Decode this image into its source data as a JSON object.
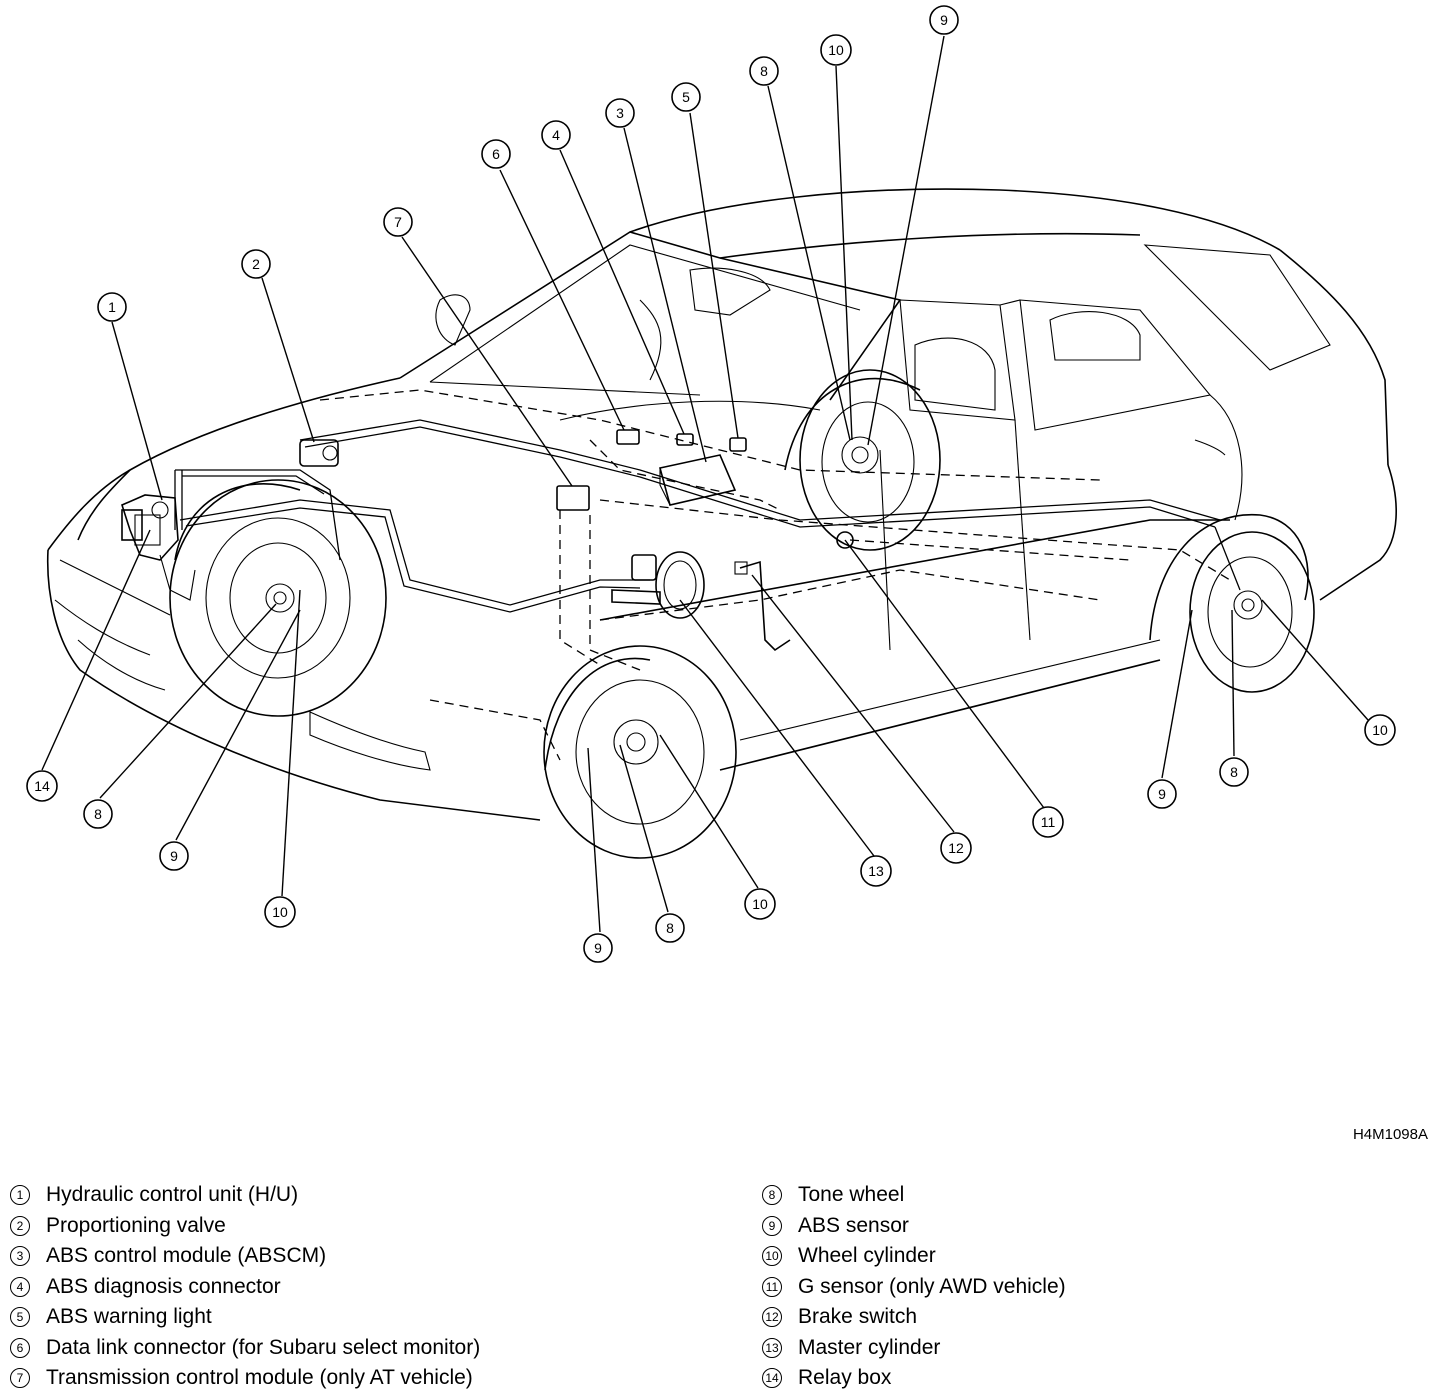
{
  "figure_code": "H4M1098A",
  "callouts": [
    {
      "n": "1",
      "part": "Hydraulic control unit (H/U)"
    },
    {
      "n": "2",
      "part": "Proportioning valve"
    },
    {
      "n": "3",
      "part": "ABS control module (ABSCM)"
    },
    {
      "n": "4",
      "part": "ABS diagnosis connector"
    },
    {
      "n": "5",
      "part": "ABS warning light"
    },
    {
      "n": "6",
      "part": "Data link connector (for Subaru select monitor)"
    },
    {
      "n": "7",
      "part": "Transmission control module (only AT vehicle)"
    },
    {
      "n": "8",
      "part": "Tone wheel"
    },
    {
      "n": "9",
      "part": "ABS sensor"
    },
    {
      "n": "10",
      "part": "Wheel cylinder"
    },
    {
      "n": "11",
      "part": "G sensor (only AWD vehicle)"
    },
    {
      "n": "12",
      "part": "Brake switch"
    },
    {
      "n": "13",
      "part": "Master cylinder"
    },
    {
      "n": "14",
      "part": "Relay box"
    }
  ]
}
